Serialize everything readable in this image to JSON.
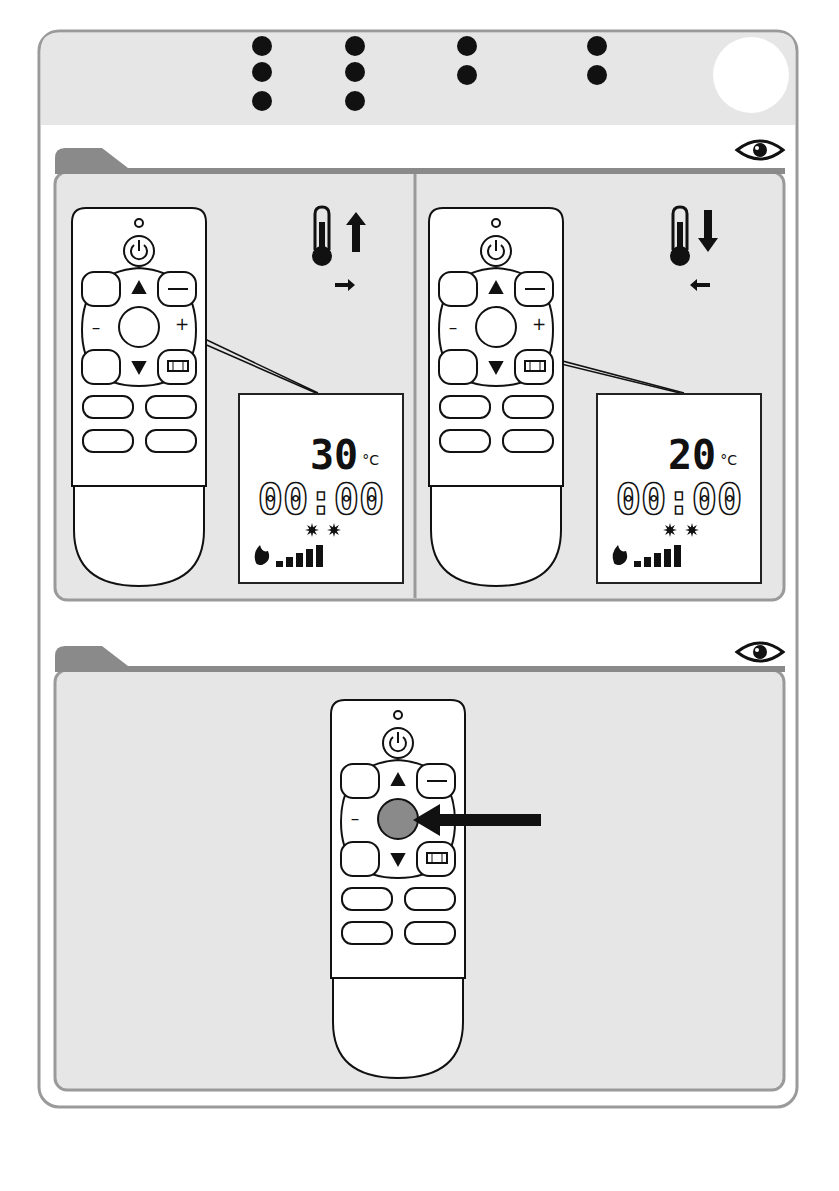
{
  "diagram": {
    "nodes": [
      {
        "text": [
          "30",
          "°C",
          "00:00"
        ]
      },
      {
        "text": [
          "20",
          "°C",
          "00:00"
        ]
      }
    ],
    "labels": [
      "–",
      "+",
      "–",
      "+",
      "–"
    ]
  }
}
